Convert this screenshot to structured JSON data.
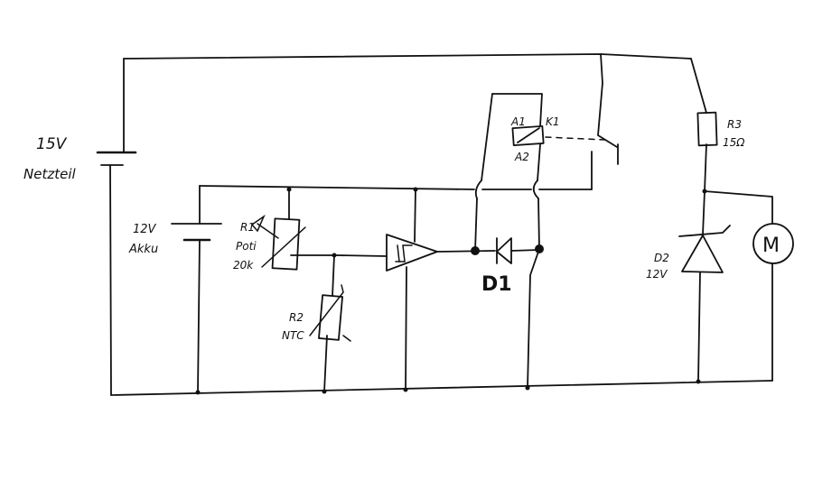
{
  "labels": {
    "supply": "15V",
    "supply_name": "Netzteil",
    "battery": "12V",
    "battery_name": "Akku",
    "r1": "R1",
    "r1_type": "Poti",
    "r1_value": "20k",
    "r2": "R2",
    "r2_type": "NTC",
    "relay_a1": "A1",
    "relay_k1": "K1",
    "relay_a2": "A2",
    "r3": "R3",
    "r3_value": "15Ω",
    "zener": "D2",
    "zener_value": "12V",
    "motor": "M",
    "diode": "D1",
    "schmitt": "⌶"
  },
  "colors": {
    "ink": "#111111",
    "paper": "#ffffff"
  }
}
